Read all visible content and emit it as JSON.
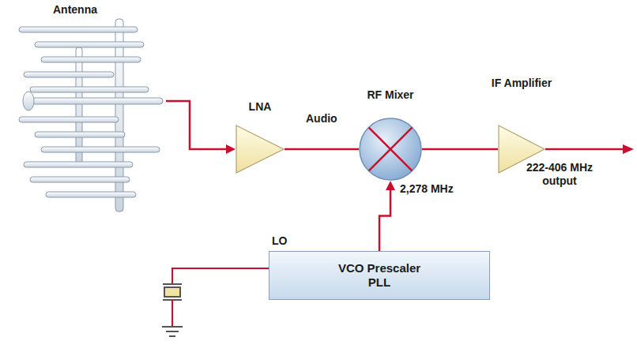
{
  "diagram": {
    "nodes": [
      {
        "text": [
          "Antenna"
        ]
      },
      {
        "text": [
          "LNA"
        ]
      },
      {
        "text": [
          "RF Mixer"
        ]
      },
      {
        "text": [
          "IF Amplifier"
        ]
      },
      {
        "text": [
          "LO",
          "VCO Prescaler PLL"
        ]
      }
    ],
    "edges": [
      {
        "from": 0,
        "to": 1,
        "arrow": "to"
      },
      {
        "from": 1,
        "to": 2,
        "label": "Audio",
        "arrow": "none"
      },
      {
        "from": 4,
        "to": 2,
        "label": "2,278 MHz",
        "arrow": "to"
      },
      {
        "from": 2,
        "to": 3,
        "arrow": "none"
      }
    ],
    "labels": [
      "222-406 MHz output"
    ]
  }
}
